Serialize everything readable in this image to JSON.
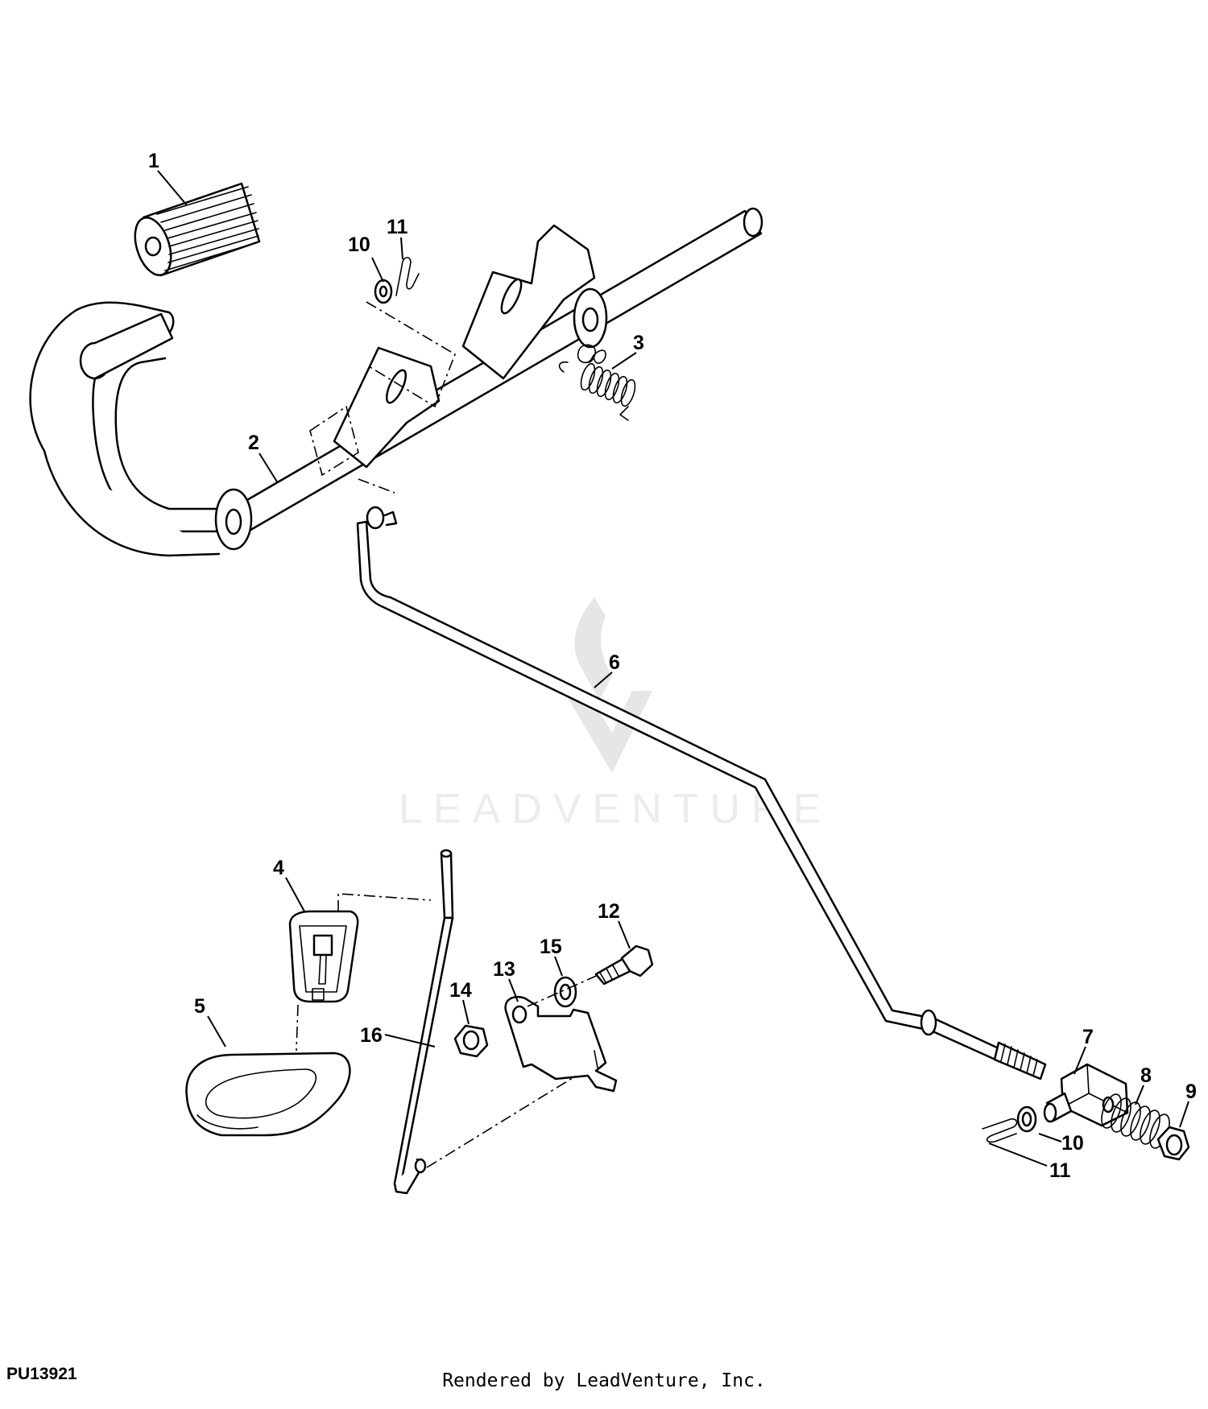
{
  "diagram": {
    "figure_id": "PU13921",
    "footer": "Rendered by LeadVenture, Inc.",
    "watermark": "LEADVENTURE",
    "callouts": {
      "c1": "1",
      "c2": "2",
      "c3": "3",
      "c4": "4",
      "c5": "5",
      "c6": "6",
      "c7": "7",
      "c8": "8",
      "c9": "9",
      "c10a": "10",
      "c10b": "10",
      "c11a": "11",
      "c11b": "11",
      "c12": "12",
      "c13": "13",
      "c14": "14",
      "c15": "15",
      "c16": "16"
    }
  }
}
